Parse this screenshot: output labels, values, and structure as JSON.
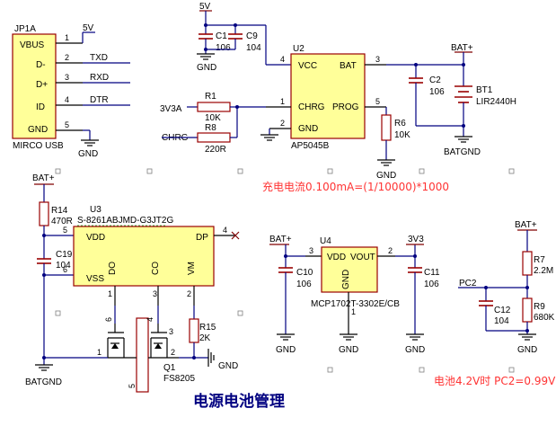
{
  "connector": {
    "ref": "JP1A",
    "name": "MIRCO USB",
    "pins": [
      {
        "label": "VBUS",
        "num": "1",
        "net": "5V"
      },
      {
        "label": "D-",
        "num": "2",
        "net": "TXD"
      },
      {
        "label": "D+",
        "num": "3",
        "net": "RXD"
      },
      {
        "label": "ID",
        "num": "4",
        "net": "DTR"
      },
      {
        "label": "GND",
        "num": "5",
        "net": "GND"
      }
    ]
  },
  "charger": {
    "ref": "U2",
    "part": "AP5045B",
    "pins": {
      "vcc": {
        "label": "VCC",
        "num": "4"
      },
      "chrg": {
        "label": "CHRG",
        "num": "1"
      },
      "gnd": {
        "label": "GND",
        "num": "2"
      },
      "bat": {
        "label": "BAT",
        "num": "3"
      },
      "prog": {
        "label": "PROG",
        "num": "5"
      }
    },
    "c1": {
      "ref": "C1",
      "val": "106"
    },
    "c9": {
      "ref": "C9",
      "val": "104"
    },
    "r1": {
      "ref": "R1",
      "val": "10K"
    },
    "r8": {
      "ref": "R8",
      "val": "220R"
    },
    "r6": {
      "ref": "R6",
      "val": "10K"
    },
    "c2": {
      "ref": "C2",
      "val": "106"
    },
    "bt1": {
      "ref": "BT1",
      "val": "LIR2440H"
    },
    "net_5v": "5V",
    "net_3v3a": "3V3A",
    "net_chrg": "CHRG",
    "net_bat": "BAT+",
    "net_batgnd": "BATGND",
    "net_gnd": "GND",
    "note": "充电电流0.100mA=(1/10000)*1000"
  },
  "protection": {
    "ref": "U3",
    "part": "S-8261ABJMD-G3JT2G",
    "pins": {
      "vdd": {
        "label": "VDD",
        "num": "5"
      },
      "vss": {
        "label": "VSS",
        "num": "6"
      },
      "dp": {
        "label": "DP",
        "num": "4"
      },
      "do": {
        "label": "DO",
        "num": "1"
      },
      "co": {
        "label": "CO",
        "num": "3"
      },
      "vm": {
        "label": "VM",
        "num": "2"
      }
    },
    "r14": {
      "ref": "R14",
      "val": "470R"
    },
    "c19": {
      "ref": "C19",
      "val": "104"
    },
    "r15": {
      "ref": "R15",
      "val": "2K"
    },
    "q1": {
      "ref": "Q1",
      "part": "FS8205",
      "pins": [
        "1",
        "2",
        "3",
        "4",
        "5",
        "6"
      ]
    },
    "net_bat": "BAT+",
    "net_batgnd": "BATGND",
    "net_gnd": "GND"
  },
  "ldo": {
    "ref": "U4",
    "part": "MCP1702T-3302E/CB",
    "label_vdd": "VDD",
    "label_vout": "VOUT",
    "label_gnd": "GND",
    "pin_in": "3",
    "pin_out": "2",
    "pin_gnd": "1",
    "c10": {
      "ref": "C10",
      "val": "106"
    },
    "c11": {
      "ref": "C11",
      "val": "106"
    },
    "net_in": "BAT+",
    "net_out": "3V3",
    "net_gnd": "GND"
  },
  "divider": {
    "r7": {
      "ref": "R7",
      "val": "2.2M"
    },
    "r9": {
      "ref": "R9",
      "val": "680K"
    },
    "c12": {
      "ref": "C12",
      "val": "104"
    },
    "net_bat": "BAT+",
    "net_pc2": "PC2",
    "net_gnd": "GND",
    "note": "电池4.2V时 PC2=0.99V"
  },
  "title": "电源电池管理"
}
